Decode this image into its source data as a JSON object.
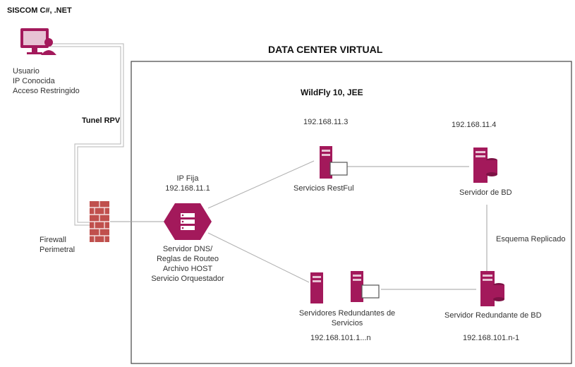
{
  "header": {
    "title": "SISCOM C#, .NET"
  },
  "datacenter": {
    "title": "DATA CENTER VIRTUAL",
    "platform": "WildFly 10, JEE"
  },
  "user": {
    "lines": [
      "Usuario",
      "IP Conocida",
      "Acceso Restringido"
    ]
  },
  "tunnel": {
    "label": "Tunel RPV"
  },
  "firewall": {
    "lines": [
      "Firewall",
      "Perimetral"
    ]
  },
  "dns": {
    "ip_label": "IP Fija",
    "ip": "192.168.11.1",
    "lines": [
      "Servidor DNS/",
      "Reglas de Routeo",
      "Archivo HOST",
      "Servicio Orquestador"
    ]
  },
  "restful": {
    "ip": "192.168.11.3",
    "label": "Servicios RestFul"
  },
  "db": {
    "ip": "192.168.11.4",
    "label": "Servidor de BD"
  },
  "replication": {
    "label": "Esquema Replicado"
  },
  "redundant_services": {
    "lines": [
      "Servidores  Redundantes de",
      "Servicios"
    ],
    "ip": "192.168.101.1...n"
  },
  "redundant_db": {
    "label": "Servidor Redundante de BD",
    "ip": "192.168.101.n-1"
  },
  "colors": {
    "server": "#a3195b",
    "line": "#9a9a9a",
    "tunnel": "#c8c8c8",
    "firewall": "#c0504d"
  }
}
